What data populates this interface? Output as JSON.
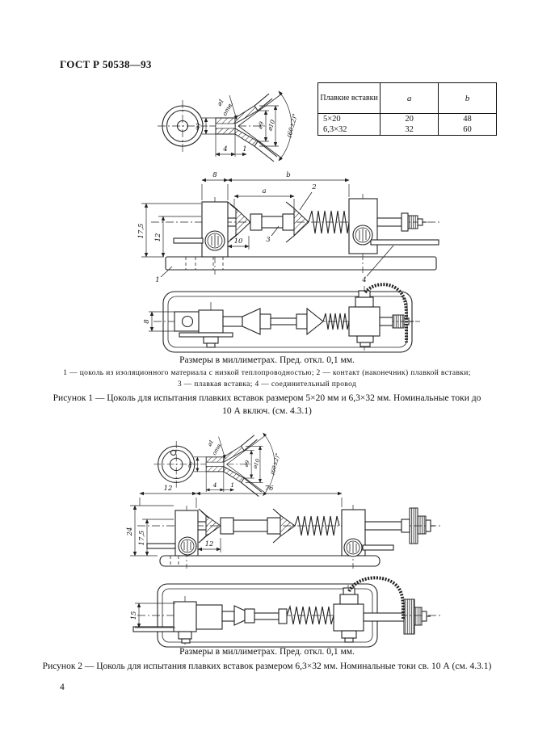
{
  "doc": {
    "header": "ГОСТ Р 50538—93",
    "page_number": "4"
  },
  "fuse_table": {
    "col_inserts": "Плавкие вставки",
    "col_a": "a",
    "col_b": "b",
    "row1": {
      "size": "5×20",
      "a": "20",
      "b": "48"
    },
    "row2": {
      "size": "6,3×32",
      "a": "32",
      "b": "60"
    }
  },
  "figure1": {
    "detail": {
      "d_tube": "⌀3",
      "d_hole": "⌀1",
      "hole_word": "отв.",
      "d_inner": "⌀9",
      "d_outer": "⌀10",
      "angle": "(60±2)°",
      "len4": "4",
      "len1": "1"
    },
    "side": {
      "dim_8": "8",
      "dim_b": "b",
      "dim_a": "a",
      "dim_10": "10",
      "dim_17_5": "17,5",
      "dim_12": "12",
      "ref_1": "1",
      "ref_2": "2",
      "ref_3": "3",
      "ref_4": "4"
    },
    "plan": {
      "dim_8": "8"
    },
    "size_note": "Размеры в миллиметрах. Пред. откл. 0,1 мм.",
    "legend_line1": "1 — цоколь из изоляционного материала с низкой теплопроводностью; 2 — контакт (наконечник) плавкой вставки;",
    "legend_line2": "3 — плавкая вставка; 4 — соединительный провод",
    "caption_line1": "Рисунок 1 — Цоколь для испытания плавких вставок размером 5×20 мм и 6,3×32 мм. Номинальные токи до",
    "caption_line2": "10 А включ. (см. 4.3.1)"
  },
  "figure2": {
    "detail": {
      "d_tube": "⌀6",
      "d_hole": "⌀1",
      "hole_word": "отв.",
      "d_inner": "⌀9",
      "d_outer": "⌀10",
      "angle": "(60±2)°",
      "len4": "4",
      "len1": "1"
    },
    "side": {
      "dim_12_top": "12",
      "dim_76": "76",
      "dim_24": "24",
      "dim_17_5": "17,5",
      "dim_12": "12"
    },
    "plan": {
      "dim_15": "15"
    },
    "size_note": "Размеры в миллиметрах. Пред. откл. 0,1 мм.",
    "caption": "Рисунок 2 — Цоколь для испытания плавких вставок размером 6,3×32 мм. Номинальные токи св. 10 А (см. 4.3.1)"
  }
}
